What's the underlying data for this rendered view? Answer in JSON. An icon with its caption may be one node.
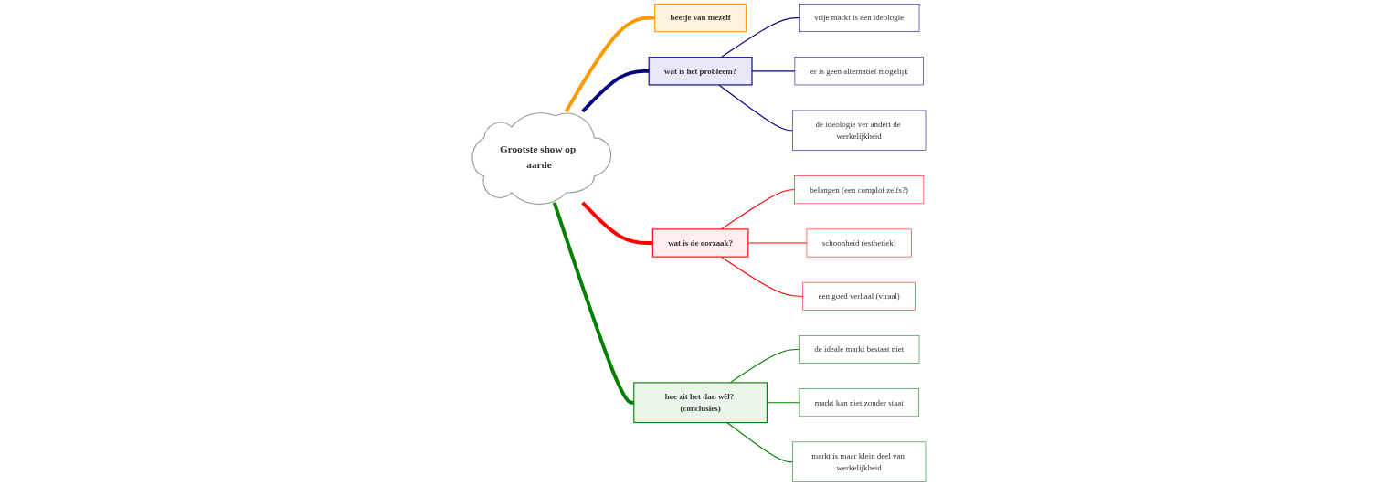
{
  "diagram": {
    "nodes": [
      {
        "text": [
          "Grootste show op aarde"
        ]
      },
      {
        "text": [
          "beetje van mezelf"
        ]
      },
      {
        "text": [
          "wat is het probleem?"
        ]
      },
      {
        "text": [
          "vrije markt is een ideologie"
        ]
      },
      {
        "text": [
          "er is geen alternatief mogelijk"
        ]
      },
      {
        "text": [
          "de ideologie ver andert de werkelijkheid"
        ]
      },
      {
        "text": [
          "wat is de oorzaak?"
        ]
      },
      {
        "text": [
          "belangen (een complot zelfs?)"
        ]
      },
      {
        "text": [
          "schoonheid (esthetiek)"
        ]
      },
      {
        "text": [
          "een goed verhaal (viraal)"
        ]
      },
      {
        "text": [
          "hoe zit het dan wél? (conclusies)"
        ]
      },
      {
        "text": [
          "de ideale markt bestaat niet"
        ]
      },
      {
        "text": [
          "markt kan niet zonder staat"
        ]
      },
      {
        "text": [
          "markt is maar klein deel van werkelijkheid"
        ]
      }
    ],
    "edges": [
      {
        "from": 0,
        "to": 1,
        "arrow": "none",
        "style": "thick",
        "color": "#ff9900"
      },
      {
        "from": 0,
        "to": 2,
        "arrow": "none",
        "style": "thick",
        "color": "#000080"
      },
      {
        "from": 2,
        "to": 3,
        "arrow": "none",
        "color": "#000080"
      },
      {
        "from": 2,
        "to": 4,
        "arrow": "none",
        "color": "#000080"
      },
      {
        "from": 2,
        "to": 5,
        "arrow": "none",
        "color": "#000080"
      },
      {
        "from": 0,
        "to": 6,
        "arrow": "none",
        "style": "thick",
        "color": "#ff0000"
      },
      {
        "from": 6,
        "to": 7,
        "arrow": "none",
        "color": "#ff0000"
      },
      {
        "from": 6,
        "to": 8,
        "arrow": "none",
        "color": "#ff0000"
      },
      {
        "from": 6,
        "to": 9,
        "arrow": "none",
        "color": "#ff0000"
      },
      {
        "from": 0,
        "to": 10,
        "arrow": "none",
        "style": "thick",
        "color": "#008000"
      },
      {
        "from": 10,
        "to": 11,
        "arrow": "none",
        "color": "#008000"
      },
      {
        "from": 10,
        "to": 12,
        "arrow": "none",
        "color": "#008000"
      },
      {
        "from": 10,
        "to": 13,
        "arrow": "none",
        "color": "#008000"
      }
    ]
  }
}
